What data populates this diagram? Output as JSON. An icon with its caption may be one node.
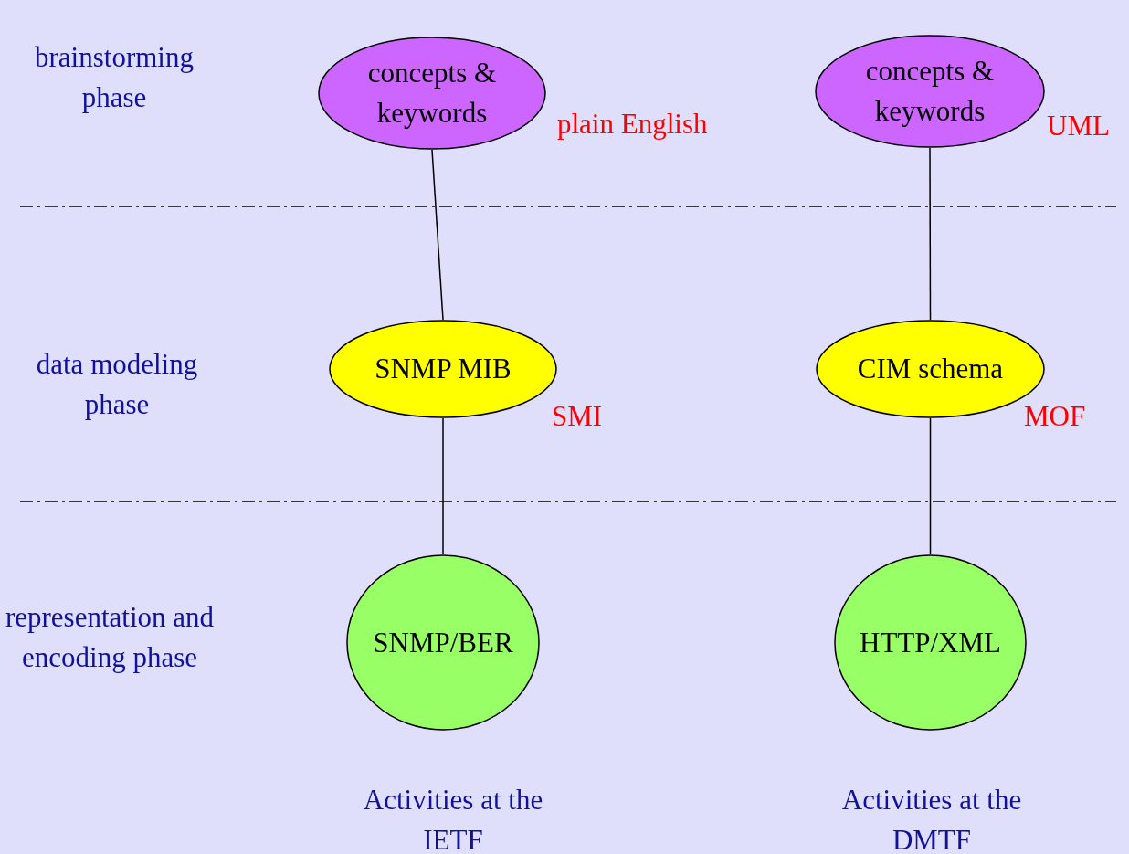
{
  "diagram": {
    "nodes": [
      {
        "text": [
          "concepts & keywords"
        ],
        "beside": [
          "plain English"
        ]
      },
      {
        "text": [
          "concepts & keywords"
        ],
        "beside": [
          "UML"
        ]
      },
      {
        "text": [
          "SNMP MIB"
        ],
        "beside": [
          "SMI"
        ]
      },
      {
        "text": [
          "CIM schema"
        ],
        "beside": [
          "MOF"
        ]
      },
      {
        "text": [
          "SNMP/BER"
        ]
      },
      {
        "text": [
          "HTTP/XML"
        ]
      }
    ],
    "edges": [
      {
        "from": 0,
        "to": 2,
        "arrow": "none"
      },
      {
        "from": 2,
        "to": 4,
        "arrow": "none"
      },
      {
        "from": 1,
        "to": 3,
        "arrow": "none"
      },
      {
        "from": 3,
        "to": 5,
        "arrow": "none"
      }
    ],
    "labels": [
      "brainstorming phase",
      "data modeling phase",
      "representation and encoding phase",
      "Activities at the IETF",
      "Activities at the DMTF"
    ]
  }
}
